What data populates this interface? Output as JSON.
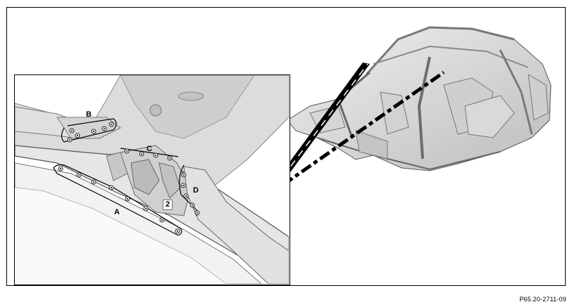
{
  "figure": {
    "reference_code": "P65.20-2711-09",
    "callouts": {
      "a": "A",
      "b": "B",
      "c": "C",
      "d": "D",
      "part_2": "2"
    },
    "colors": {
      "outline": "#000000",
      "body_light": "#e4e4e4",
      "body_mid": "#c9c9c9",
      "body_dark": "#9a9a9a",
      "weld_point": "#333333"
    }
  }
}
